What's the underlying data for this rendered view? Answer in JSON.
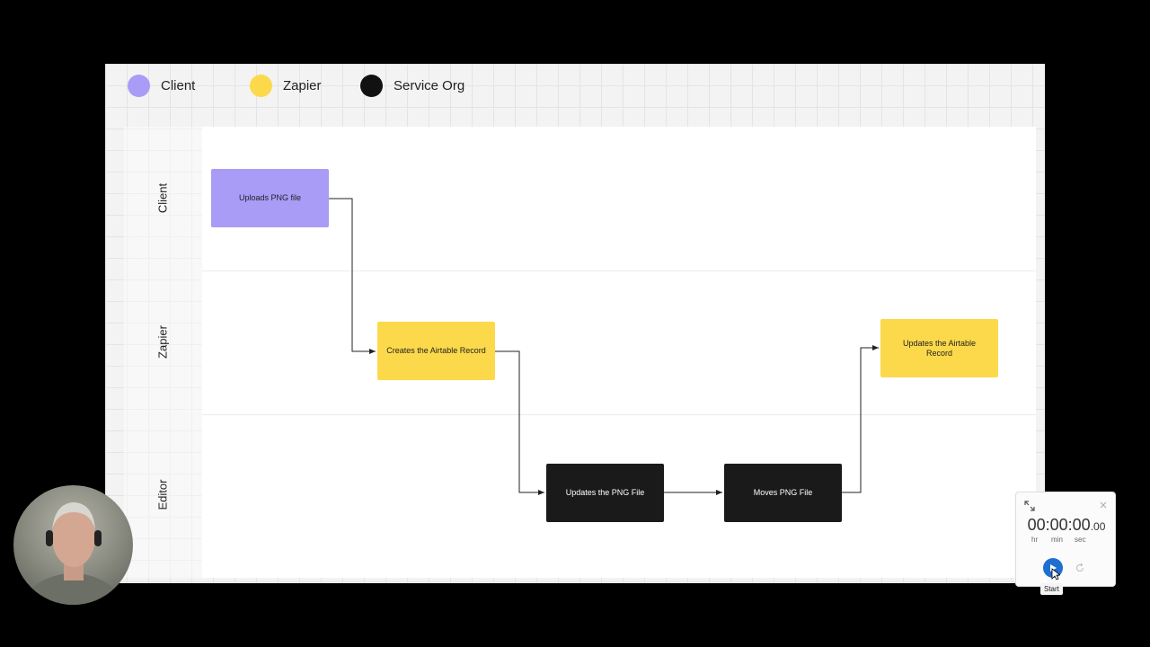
{
  "legend": [
    {
      "label": "Client",
      "color": "#a99cf7"
    },
    {
      "label": "Zapier",
      "color": "#fcd94a"
    },
    {
      "label": "Service Org",
      "color": "#111111"
    }
  ],
  "lanes": [
    "Client",
    "Zapier",
    "Editor"
  ],
  "nodes": [
    {
      "label": "Uploads PNG file",
      "lane": "Client",
      "color": "#a99cf7",
      "text_color": "#222222"
    },
    {
      "label": "Creates the Airtable Record",
      "lane": "Zapier",
      "color": "#fcd94a",
      "text_color": "#222222"
    },
    {
      "label": "Updates the PNG File",
      "lane": "Editor",
      "color": "#1a1a1a",
      "text_color": "#ffffff"
    },
    {
      "label": "Moves PNG File",
      "lane": "Editor",
      "color": "#1a1a1a",
      "text_color": "#ffffff"
    },
    {
      "label": "Updates the Airtable Record",
      "lane": "Zapier",
      "color": "#fcd94a",
      "text_color": "#222222"
    }
  ],
  "edges": [
    {
      "from": "Uploads PNG file",
      "to": "Creates the Airtable Record"
    },
    {
      "from": "Creates the Airtable Record",
      "to": "Updates the PNG File"
    },
    {
      "from": "Updates the PNG File",
      "to": "Moves PNG File"
    },
    {
      "from": "Moves PNG File",
      "to": "Updates the Airtable Record"
    }
  ],
  "timer": {
    "display": "00:00:00",
    "fraction": ".00",
    "units": [
      "hr",
      "min",
      "sec"
    ],
    "start_tooltip": "Start",
    "icons": {
      "expand": "expand-icon",
      "close": "close-icon",
      "play": "play-icon",
      "reset": "reset-icon"
    }
  },
  "webcam": {
    "icon": "presenter-avatar"
  }
}
